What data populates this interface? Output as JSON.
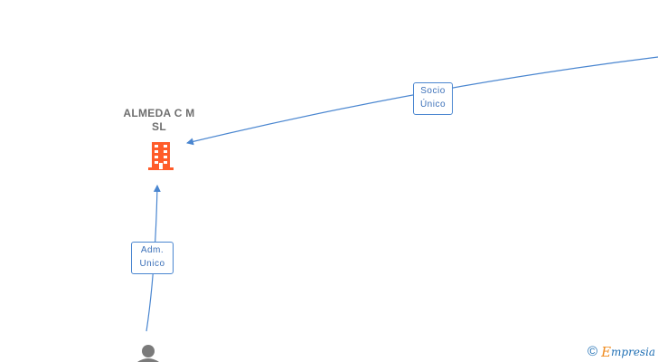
{
  "company": {
    "name": "ALMEDA C M SL",
    "icon": "building-icon",
    "color": "#ff5c2a"
  },
  "edges": {
    "socio": {
      "line1": "Socio",
      "line2": "Único"
    },
    "adm": {
      "line1": "Adm.",
      "line2": "Unico"
    }
  },
  "person": {
    "icon": "person-icon"
  },
  "brand": {
    "symbol": "©",
    "initial": "E",
    "name_rest": "mpresia"
  },
  "colors": {
    "edge": "#4a86d0",
    "text": "#6e6e6e"
  }
}
